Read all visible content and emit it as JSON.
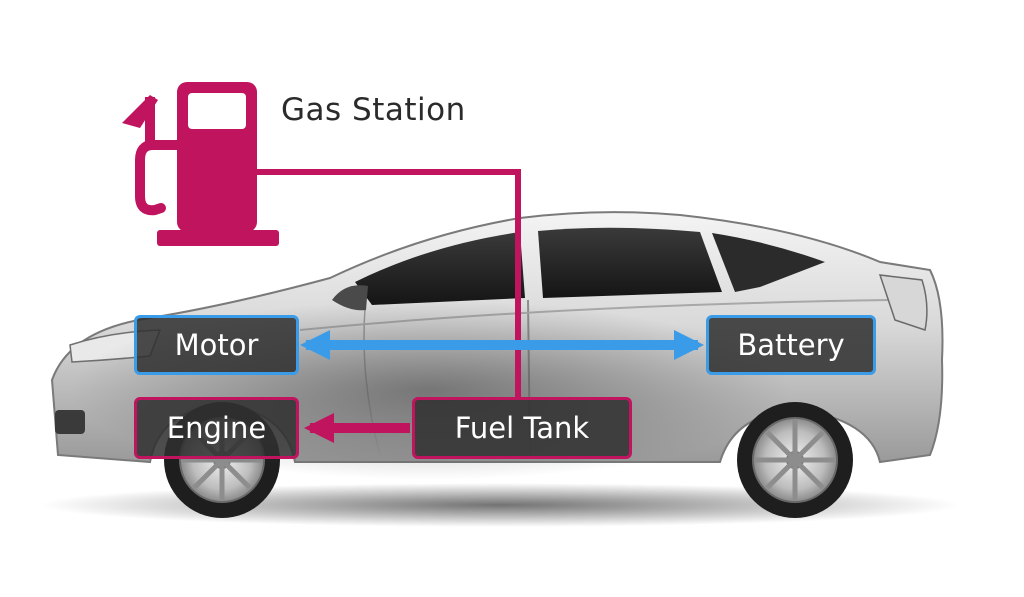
{
  "labels": {
    "gas_station": "Gas Station",
    "motor": "Motor",
    "battery": "Battery",
    "engine": "Engine",
    "fuel_tank": "Fuel Tank"
  },
  "colors": {
    "fuel_path": "#c1145f",
    "electric_path": "#3a9be8",
    "box_fill": "#303030",
    "label_text": "#2b2b2b"
  },
  "icons": {
    "pump": "gas-pump-icon",
    "vehicle": "hybrid-car-illustration"
  }
}
